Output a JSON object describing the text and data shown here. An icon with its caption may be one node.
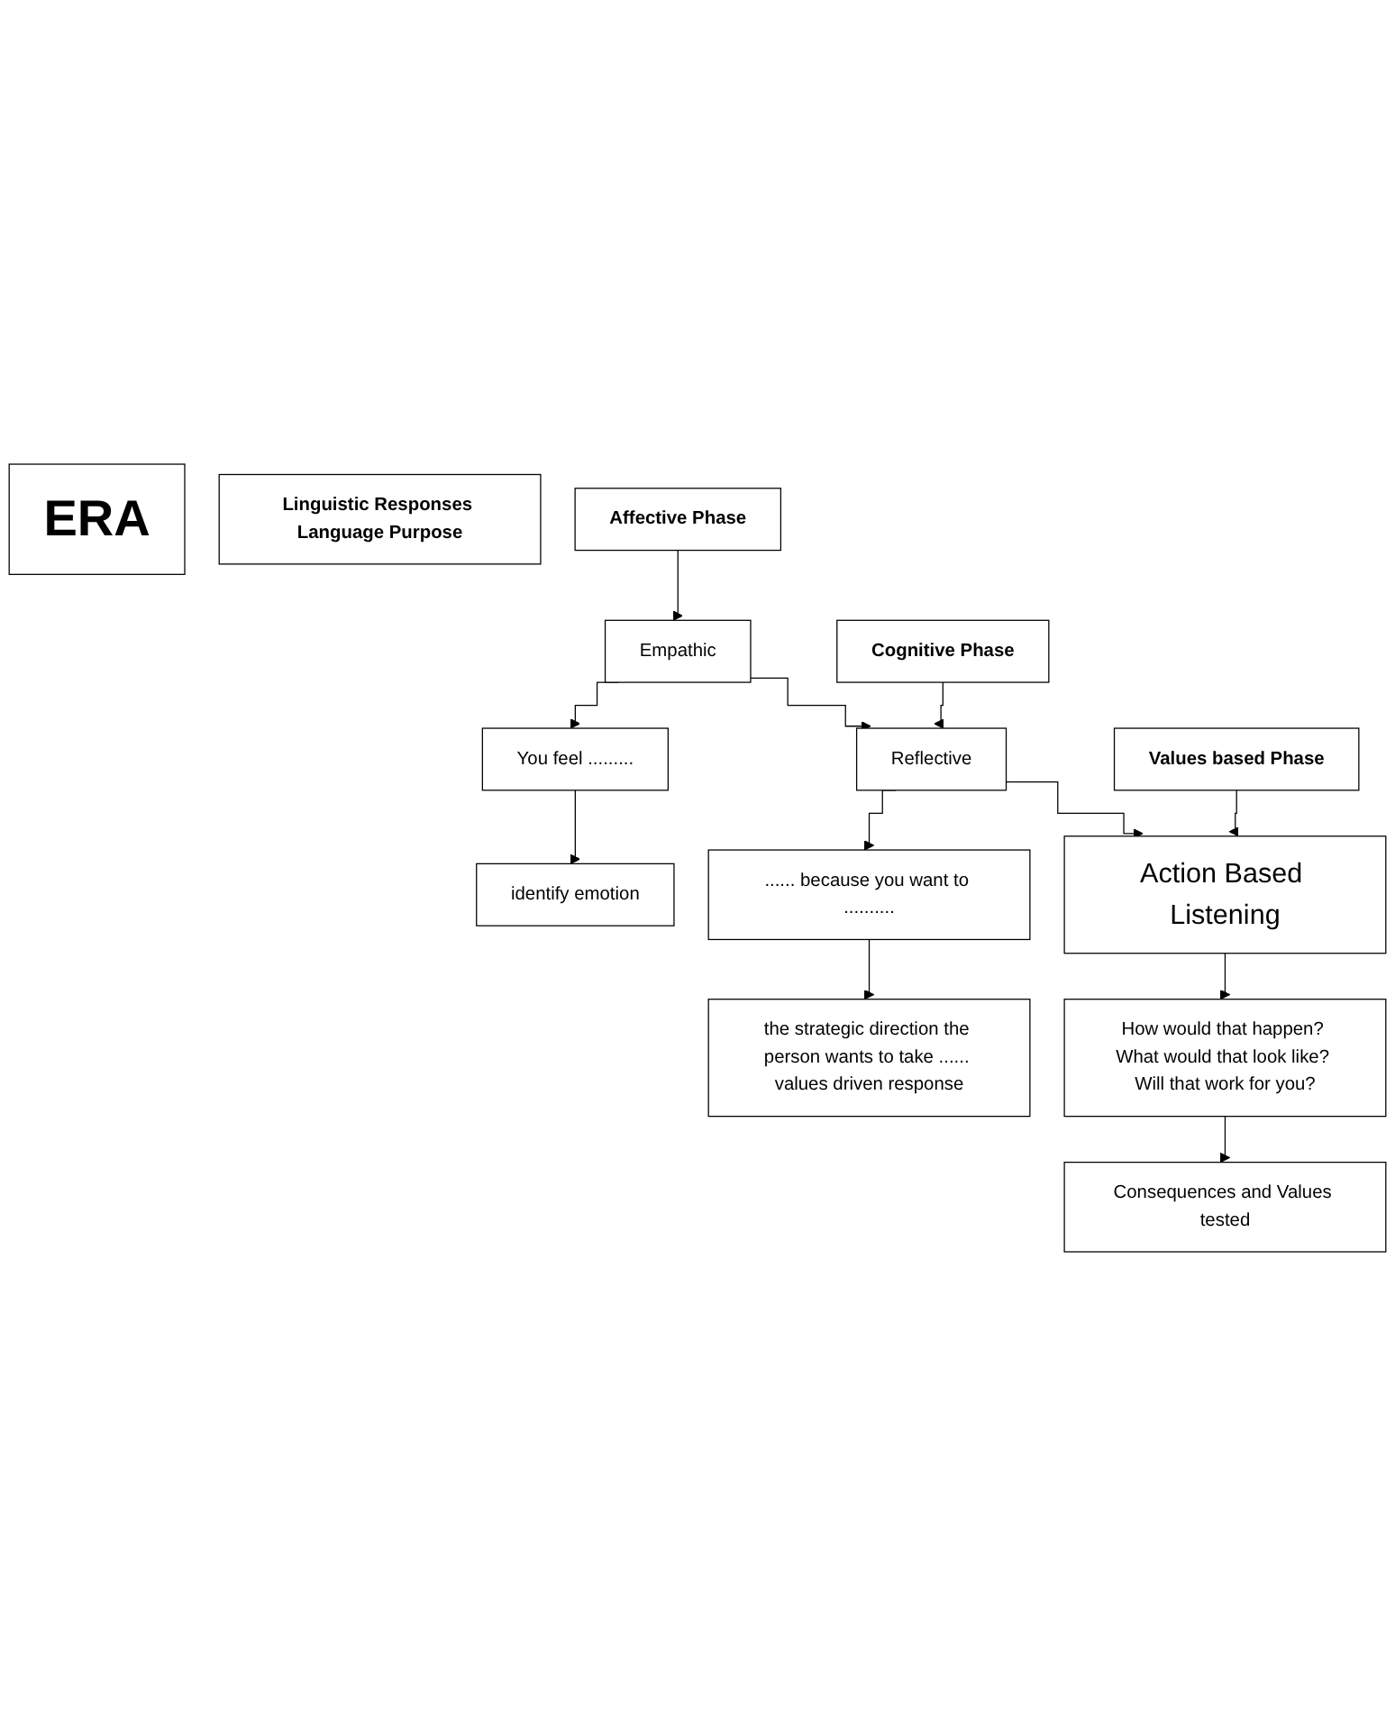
{
  "diagram": {
    "nodes": [
      {
        "text": [
          "ERA"
        ]
      },
      {
        "text": [
          "Linguistic Responses Language Purpose"
        ]
      },
      {
        "text": [
          "Affective Phase"
        ]
      },
      {
        "text": [
          "Empathic"
        ]
      },
      {
        "text": [
          "You feel ........."
        ]
      },
      {
        "text": [
          "identify emotion"
        ]
      },
      {
        "text": [
          "Cognitive Phase"
        ]
      },
      {
        "text": [
          "Reflective"
        ]
      },
      {
        "text": [
          "...... because you want to .........."
        ]
      },
      {
        "text": [
          "the strategic direction the person wants to take ...... values driven response"
        ]
      },
      {
        "text": [
          "Values based Phase"
        ]
      },
      {
        "text": [
          "Action Based Listening"
        ]
      },
      {
        "text": [
          "How would that happen? What would that look like? Will that work for you?"
        ]
      },
      {
        "text": [
          "Consequences and Values tested"
        ]
      }
    ],
    "edges": [
      {
        "from": 2,
        "to": 3,
        "arrow": "to"
      },
      {
        "from": 3,
        "to": 4,
        "arrow": "to"
      },
      {
        "from": 4,
        "to": 5,
        "arrow": "to"
      },
      {
        "from": 3,
        "to": 7,
        "arrow": "to"
      },
      {
        "from": 6,
        "to": 7,
        "arrow": "to"
      },
      {
        "from": 7,
        "to": 8,
        "arrow": "to"
      },
      {
        "from": 8,
        "to": 9,
        "arrow": "to"
      },
      {
        "from": 7,
        "to": 11,
        "arrow": "to"
      },
      {
        "from": 10,
        "to": 11,
        "arrow": "to"
      },
      {
        "from": 11,
        "to": 12,
        "arrow": "to"
      },
      {
        "from": 12,
        "to": 13,
        "arrow": "to"
      }
    ]
  }
}
